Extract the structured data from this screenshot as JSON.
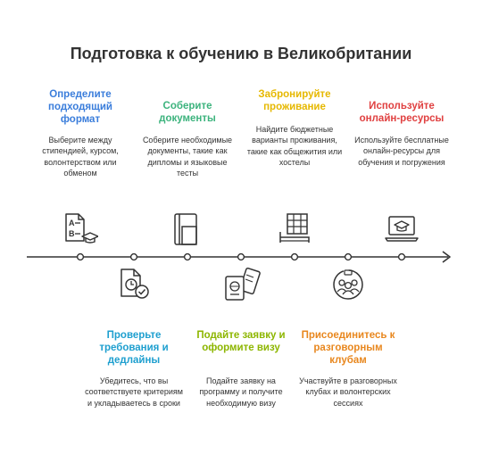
{
  "title": "Подготовка к обучению в Великобритании",
  "colors": {
    "blue": "#3a7ddb",
    "green": "#3cb37d",
    "yellow": "#e6b800",
    "red": "#e04040",
    "cyan": "#1e9fcf",
    "lime": "#8db600",
    "orange": "#e8871e",
    "line": "#333333"
  },
  "steps": [
    {
      "title": "Определите подходящий формат",
      "desc": "Выберите между стипендией, курсом, волонтерством или обменом",
      "icon": "ab-grad-cap-icon",
      "color": "blue"
    },
    {
      "title": "Проверьте требования и дедлайны",
      "desc": "Убедитесь, что вы соответствуете критериям и укладываетесь в сроки",
      "icon": "document-clock-icon",
      "color": "cyan"
    },
    {
      "title": "Соберите документы",
      "desc": "Соберите необходимые документы, такие как дипломы и языковые тесты",
      "icon": "folder-icon",
      "color": "green"
    },
    {
      "title": "Подайте заявку и оформите визу",
      "desc": "Подайте заявку на программу и получите необходимую визу",
      "icon": "passport-ticket-icon",
      "color": "lime"
    },
    {
      "title": "Забронируйте проживание",
      "desc": "Найдите бюджетные варианты проживания, такие как общежития или хостелы",
      "icon": "dormitory-bed-icon",
      "color": "yellow"
    },
    {
      "title": "Присоединитесь к разговорным клубам",
      "desc": "Участвуйте в разговорных клубах и волонтерских сессиях",
      "icon": "group-chat-icon",
      "color": "orange"
    },
    {
      "title": "Используйте онлайн-ресурсы",
      "desc": "Используйте бесплатные онлайн-ресурсы для обучения и погружения",
      "icon": "laptop-grad-cap-icon",
      "color": "red"
    }
  ]
}
